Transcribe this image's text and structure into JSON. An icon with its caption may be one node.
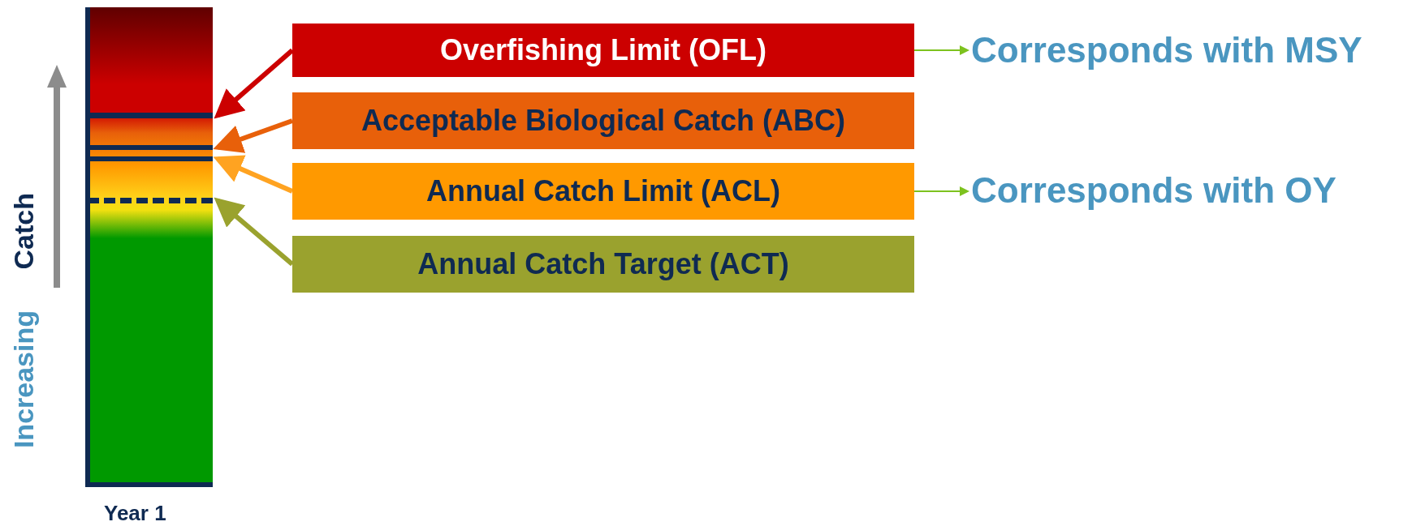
{
  "diagram": {
    "nodes": [
      {
        "text": [
          "Overfishing Limit (OFL)"
        ]
      },
      {
        "text": [
          "Corresponds with MSY"
        ]
      },
      {
        "text": [
          "Acceptable Biological Catch (ABC)"
        ]
      },
      {
        "text": [
          "Annual Catch Limit (ACL)"
        ]
      },
      {
        "text": [
          "Corresponds with OY"
        ]
      },
      {
        "text": [
          "Annual Catch Target (ACT)"
        ]
      },
      {
        "text": [],
        "shape": "line"
      },
      {
        "text": [],
        "shape": "line"
      },
      {
        "text": [],
        "shape": "line"
      },
      {
        "text": [],
        "shape": "line"
      }
    ],
    "edges": [
      {
        "from": 0,
        "to": 1,
        "arrow": "to",
        "color": "#7dc21e"
      },
      {
        "from": 3,
        "to": 4,
        "arrow": "to",
        "color": "#7dc21e"
      },
      {
        "from": 0,
        "to": 6,
        "arrow": "to",
        "color": "#cc0000"
      },
      {
        "from": 2,
        "to": 7,
        "arrow": "to",
        "color": "#e8600a"
      },
      {
        "from": 3,
        "to": 8,
        "arrow": "to",
        "color": "#ffa321"
      },
      {
        "from": 5,
        "to": 9,
        "arrow": "to",
        "color": "#9aa22e"
      }
    ],
    "labels": [
      "Catch",
      "Increasing",
      "Year 1"
    ]
  }
}
